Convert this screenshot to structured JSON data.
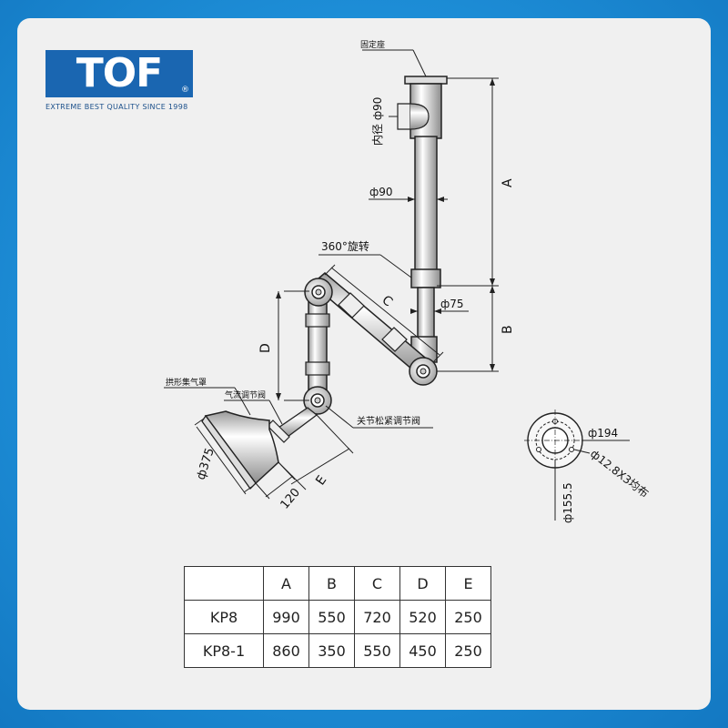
{
  "logo": {
    "brand": "TOF",
    "registered": "®",
    "tagline": "EXTREME BEST QUALITY SINCE 1998"
  },
  "diagram": {
    "labels": {
      "mount_base": "固定座",
      "inner_diameter": "内径 ф90",
      "pipe_diameter": "ф90",
      "rotation": "360°旋转",
      "pipe_diameter_small": "ф75",
      "dim_a": "A",
      "dim_b": "B",
      "dim_c": "C",
      "dim_d": "D",
      "dim_e": "E",
      "hood": "拱形集气罩",
      "airflow_valve": "气流调节阀",
      "joint_valve": "关节松紧调节阀",
      "hood_diameter": "ф375",
      "hood_depth": "120",
      "flange_outer": "ф194",
      "flange_holes": "ф12.8X3均布",
      "flange_pcd": "ф155.5"
    }
  },
  "table": {
    "headers": [
      "",
      "A",
      "B",
      "C",
      "D",
      "E"
    ],
    "rows": [
      [
        "KP8",
        "990",
        "550",
        "720",
        "520",
        "250"
      ],
      [
        "KP8-1",
        "860",
        "350",
        "550",
        "450",
        "250"
      ]
    ]
  },
  "colors": {
    "background": "#1e8fd8",
    "card": "#f0f0f0",
    "brand": "#1a66b1"
  }
}
